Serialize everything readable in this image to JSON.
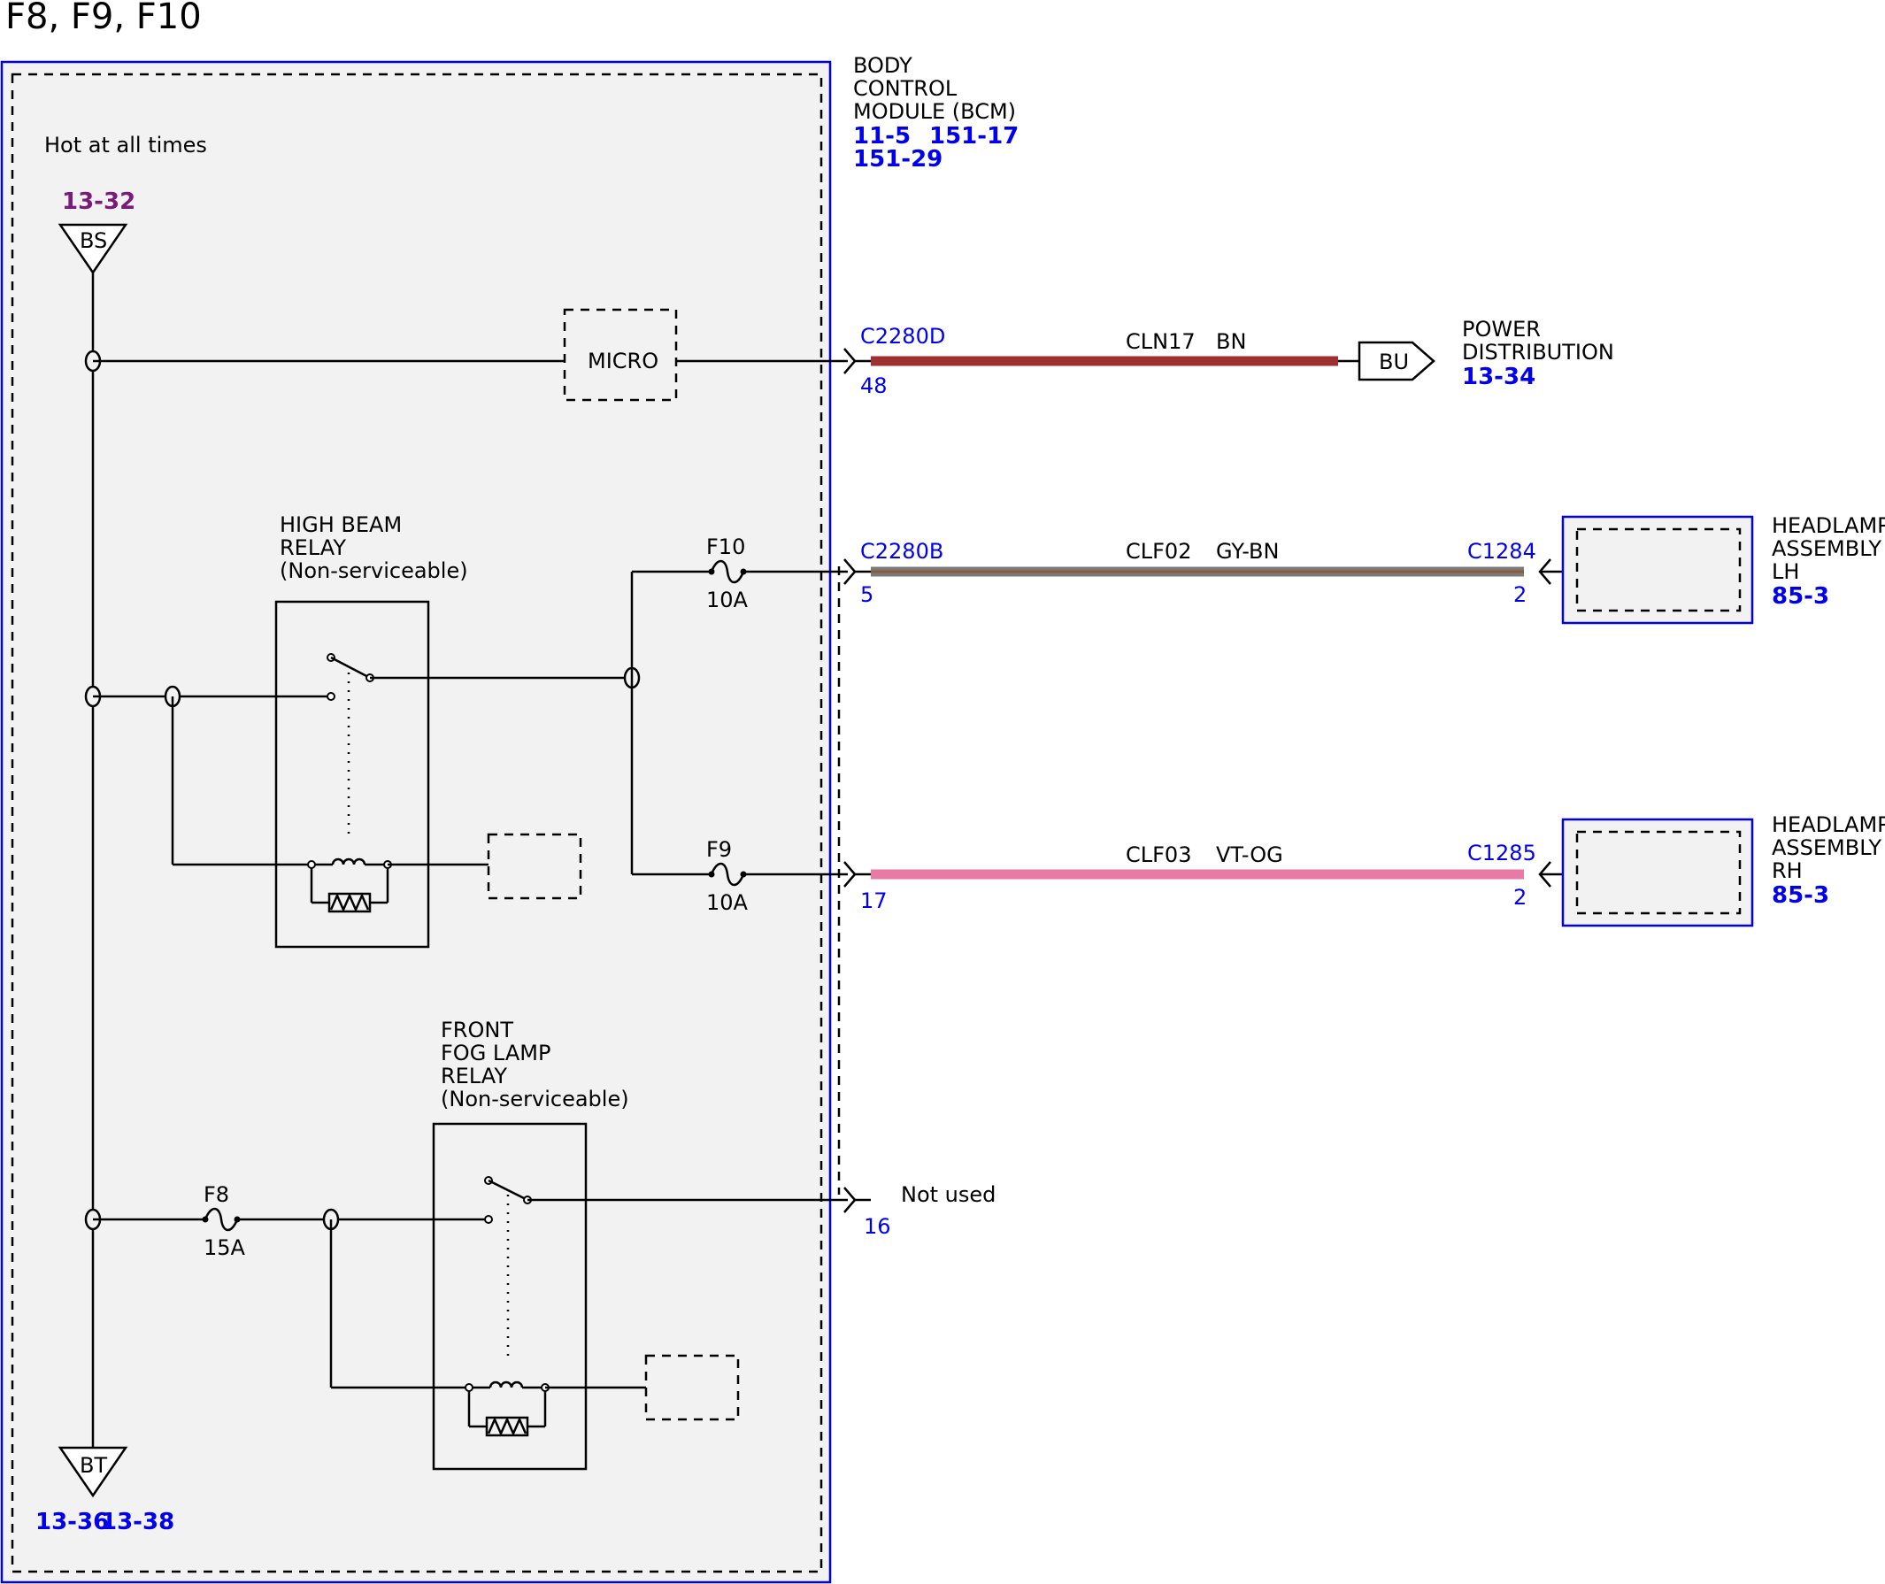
{
  "title": "F8, F9, F10",
  "bcm": {
    "name_lines": [
      "BODY",
      "CONTROL",
      "MODULE (BCM)"
    ],
    "refs": [
      "11-5",
      "151-17",
      "151-29"
    ]
  },
  "hot_label": "Hot at all times",
  "bs": {
    "label": "BS",
    "ref": "13-32"
  },
  "bt": {
    "label": "BT",
    "refs": [
      "13-36",
      "13-38"
    ]
  },
  "micro_label": "MICRO",
  "high_beam_relay": [
    "HIGH BEAM",
    "RELAY",
    "(Non-serviceable)"
  ],
  "fog_relay": [
    "FRONT",
    "FOG LAMP",
    "RELAY",
    "(Non-serviceable)"
  ],
  "fuses": {
    "f10": {
      "name": "F10",
      "rating": "10A"
    },
    "f9": {
      "name": "F9",
      "rating": "10A"
    },
    "f8": {
      "name": "F8",
      "rating": "15A"
    }
  },
  "circuits": [
    {
      "connector": "C2280D",
      "pin": "48",
      "circuit": "CLN17",
      "color_code": "BN",
      "wire_color": "#a03030"
    },
    {
      "connector": "C2280B",
      "pin": "5",
      "circuit": "CLF02",
      "color_code": "GY-BN",
      "wire_color": "#7a7a7a",
      "wire_stripe": "#8a5a3a",
      "far_connector": "C1284",
      "far_pin": "2"
    },
    {
      "connector": "C2280B",
      "pin": "17",
      "circuit": "CLF03",
      "color_code": "VT-OG",
      "wire_color": "#e87aa6",
      "far_connector": "C1285",
      "far_pin": "2"
    }
  ],
  "not_used": {
    "label": "Not used",
    "pin": "16"
  },
  "bu": {
    "label": "BU",
    "lines": [
      "POWER",
      "DISTRIBUTION"
    ],
    "ref": "13-34"
  },
  "headlamp_lh": {
    "lines": [
      "HEADLAMP",
      "ASSEMBLY",
      "LH"
    ],
    "ref": "85-3"
  },
  "headlamp_rh": {
    "lines": [
      "HEADLAMP",
      "ASSEMBLY",
      "RH"
    ],
    "ref": "85-3"
  },
  "colors": {
    "module_border": "#0000ee",
    "module_fill": "#f2f2f2",
    "ref_blue": "#0000ee",
    "ref_purple": "#7a1a7a"
  }
}
